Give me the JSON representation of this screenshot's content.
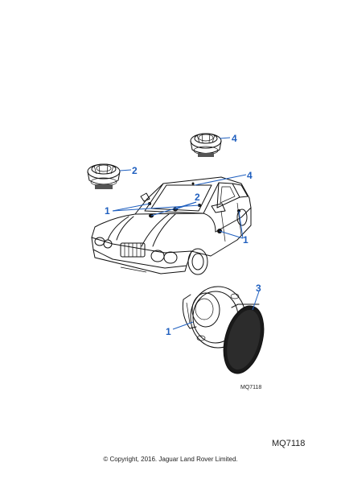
{
  "diagram": {
    "callouts": [
      "1",
      "2",
      "3",
      "4"
    ],
    "parts": [
      "tweeter-speaker",
      "car-body",
      "door-speaker",
      "speaker-grille"
    ]
  },
  "ref_small": "MQ7118",
  "ref_large": "MQ7118",
  "copyright": "© Copyright, 2016. Jaguar Land Rover Limited."
}
